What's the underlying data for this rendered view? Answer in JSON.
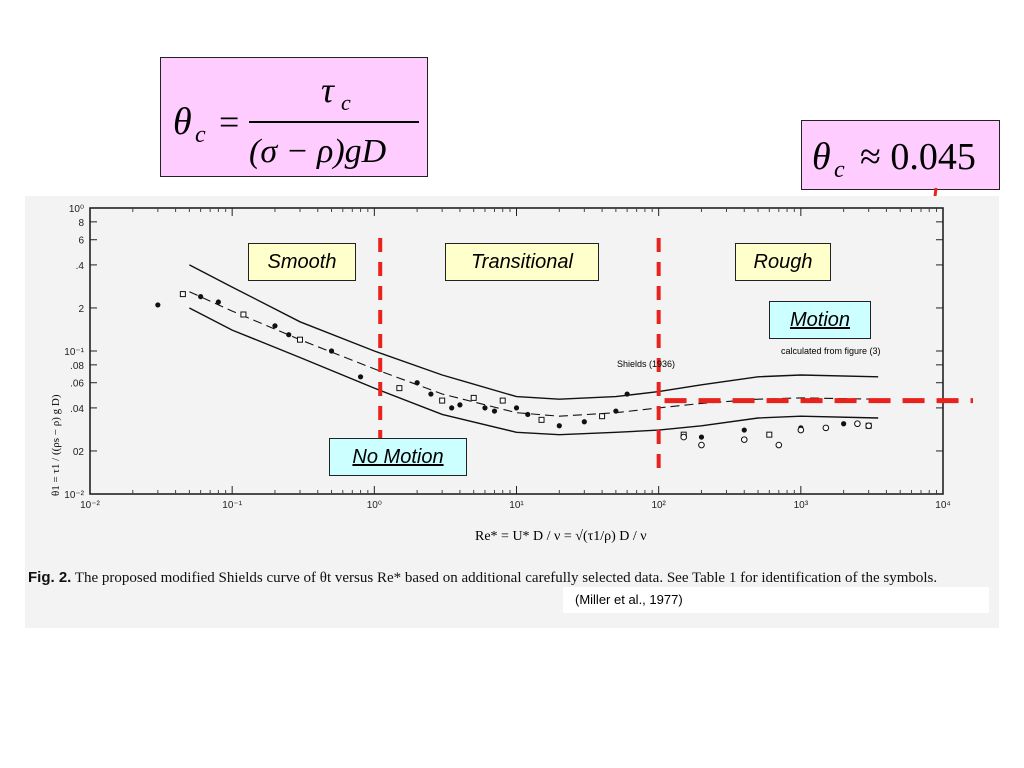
{
  "formula_main": {
    "lhs": "θ",
    "lhs_sub": "c",
    "eq": "=",
    "num": "τ",
    "num_sub": "c",
    "den": "(σ − ρ)gD"
  },
  "formula_value": {
    "lhs": "θ",
    "lhs_sub": "c",
    "approx": "≈ 0.045"
  },
  "regions": {
    "smooth": "Smooth",
    "transitional": "Transitional",
    "rough": "Rough"
  },
  "states": {
    "motion": "Motion",
    "no_motion": "No Motion"
  },
  "caption": {
    "label": "Fig. 2.",
    "text": "The proposed modified Shields curve of θt versus Re* based on additional carefully selected data. See Table 1 for identification of the symbols."
  },
  "citation": "(Miller et al., 1977)",
  "colors": {
    "accent_red": "#e8221c",
    "formula_bg": "#ffccff",
    "region_bg": "#ffffcc",
    "state_bg": "#ccffff"
  },
  "chart_data": {
    "type": "scatter",
    "xscale": "log",
    "yscale": "log",
    "xlim": [
      0.01,
      10000
    ],
    "ylim": [
      0.01,
      1
    ],
    "xlabel": "Re* = U* D / ν = √(τ1/ρ) D / ν",
    "ylabel": "θ1 = τ1 / ((ρs − ρ) g D)",
    "x_ticks": [
      "10⁻²",
      "10⁻¹",
      "10⁰",
      "10¹",
      "10²",
      "10³",
      "10⁴"
    ],
    "y_ticks": [
      "10⁰",
      "8",
      "6",
      ".4",
      "2",
      "10⁻¹",
      ".08",
      ".06",
      ".04",
      "02",
      "10⁻²"
    ],
    "y_tick_values": [
      1,
      0.8,
      0.6,
      0.4,
      0.2,
      0.1,
      0.08,
      0.06,
      0.04,
      0.02,
      0.01
    ],
    "annotations": [
      "Shields (1936)",
      "calculated from figure (3)"
    ],
    "threshold": 0.045,
    "region_boundaries": [
      1.1,
      100
    ],
    "series": [
      {
        "style": "upper-envelope",
        "x": [
          0.05,
          0.1,
          0.3,
          1,
          3,
          10,
          20,
          50,
          100,
          200,
          500,
          1000,
          3500
        ],
        "y": [
          0.4,
          0.28,
          0.16,
          0.1,
          0.068,
          0.048,
          0.046,
          0.048,
          0.052,
          0.058,
          0.066,
          0.068,
          0.066
        ]
      },
      {
        "style": "lower-envelope",
        "x": [
          0.05,
          0.1,
          0.3,
          1,
          3,
          10,
          20,
          50,
          100,
          200,
          500,
          1000,
          3500
        ],
        "y": [
          0.2,
          0.14,
          0.09,
          0.055,
          0.036,
          0.027,
          0.026,
          0.027,
          0.028,
          0.03,
          0.034,
          0.035,
          0.034
        ]
      },
      {
        "style": "mean-dashed",
        "x": [
          0.05,
          0.1,
          0.3,
          1,
          3,
          10,
          20,
          50,
          100,
          200,
          500,
          1000,
          3500
        ],
        "y": [
          0.26,
          0.19,
          0.12,
          0.075,
          0.05,
          0.037,
          0.035,
          0.037,
          0.04,
          0.043,
          0.046,
          0.047,
          0.046
        ]
      },
      {
        "style": "points",
        "x": [
          0.03,
          0.045,
          0.06,
          0.08,
          0.12,
          0.2,
          0.25,
          0.3,
          0.5,
          0.8,
          1.5,
          2,
          2.5,
          3,
          3.5,
          4,
          5,
          6,
          7,
          8,
          10,
          12,
          15,
          20,
          30,
          40,
          50,
          60,
          150,
          200,
          400,
          600,
          1000,
          2000,
          3000
        ],
        "y": [
          0.21,
          0.25,
          0.24,
          0.22,
          0.18,
          0.15,
          0.13,
          0.12,
          0.1,
          0.066,
          0.055,
          0.06,
          0.05,
          0.045,
          0.04,
          0.042,
          0.047,
          0.04,
          0.038,
          0.045,
          0.04,
          0.036,
          0.033,
          0.03,
          0.032,
          0.035,
          0.038,
          0.05,
          0.026,
          0.025,
          0.028,
          0.026,
          0.029,
          0.031,
          0.03
        ]
      },
      {
        "style": "open-circles",
        "x": [
          150,
          200,
          400,
          700,
          1000,
          1500,
          2500,
          3000
        ],
        "y": [
          0.025,
          0.022,
          0.024,
          0.022,
          0.028,
          0.029,
          0.031,
          0.03
        ]
      }
    ]
  }
}
